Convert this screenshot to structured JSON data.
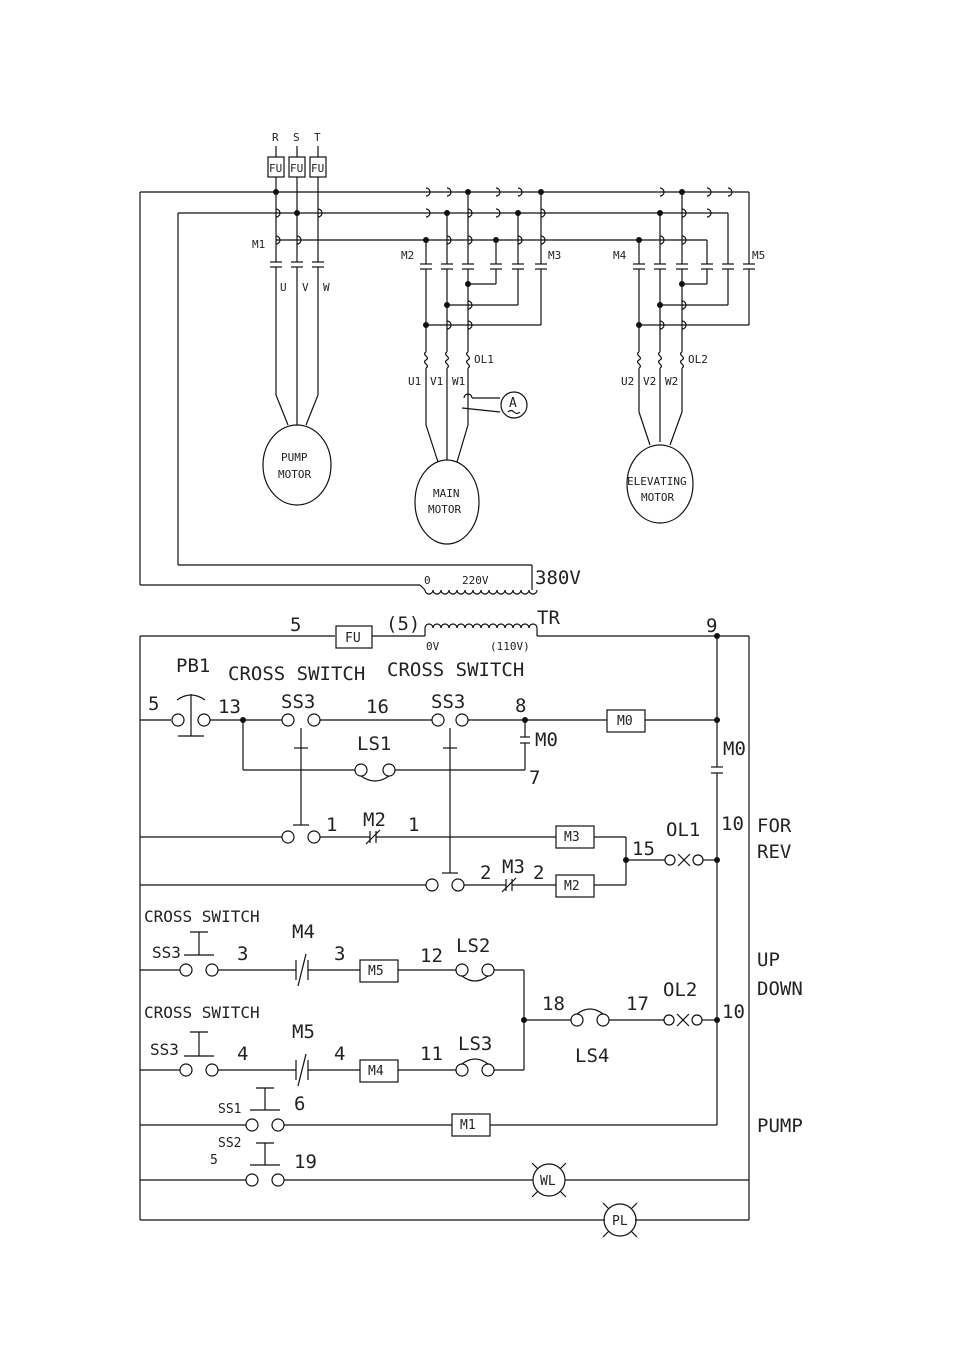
{
  "power": {
    "phases": [
      "R",
      "S",
      "T"
    ],
    "fuse": "FU",
    "contactors": {
      "m1": "M1",
      "m2": "M2",
      "m3": "M3",
      "m4": "M4",
      "m5": "M5"
    },
    "pump_terminals": [
      "U",
      "V",
      "W"
    ],
    "main_terminals": [
      "U1",
      "V1",
      "W1"
    ],
    "elev_terminals": [
      "U2",
      "V2",
      "W2"
    ],
    "ol1": "OL1",
    "ol2": "OL2",
    "ammeter": "A",
    "pump_motor": [
      "PUMP",
      "MOTOR"
    ],
    "main_motor": [
      "MAIN",
      "MOTOR"
    ],
    "elev_motor": [
      "ELEVATING",
      "MOTOR"
    ],
    "xfmr_0": "0",
    "xfmr_220": "220V",
    "xfmr_380": "380V"
  },
  "control": {
    "wire_5": "5",
    "fuse": "FU",
    "wire_5p": "(5)",
    "tr": "TR",
    "tr_0v": "0V",
    "tr_110": "(110V)",
    "wire_9": "9",
    "pb1": "PB1",
    "cross_switch": "CROSS SWITCH",
    "wire_5b": "5",
    "wire_13": "13",
    "ss3": "SS3",
    "wire_16": "16",
    "wire_8": "8",
    "m0": "M0",
    "ls1": "LS1",
    "wire_7": "7",
    "m2": "M2",
    "wire_1": "1",
    "m3": "M3",
    "wire_15": "15",
    "ol1": "OL1",
    "wire_10": "10",
    "for": "FOR",
    "rev": "REV",
    "wire_2": "2",
    "m4": "M4",
    "wire_3": "3",
    "m5": "M5",
    "wire_12": "12",
    "ls2": "LS2",
    "up": "UP",
    "down": "DOWN",
    "wire_18": "18",
    "wire_17": "17",
    "ol2": "OL2",
    "ls4": "LS4",
    "wire_4": "4",
    "wire_11": "11",
    "ls3": "LS3",
    "ss1": "SS1",
    "wire_6": "6",
    "m1": "M1",
    "pump": "PUMP",
    "ss2": "SS2",
    "wire_19": "19",
    "wl": "WL",
    "pl": "PL"
  }
}
